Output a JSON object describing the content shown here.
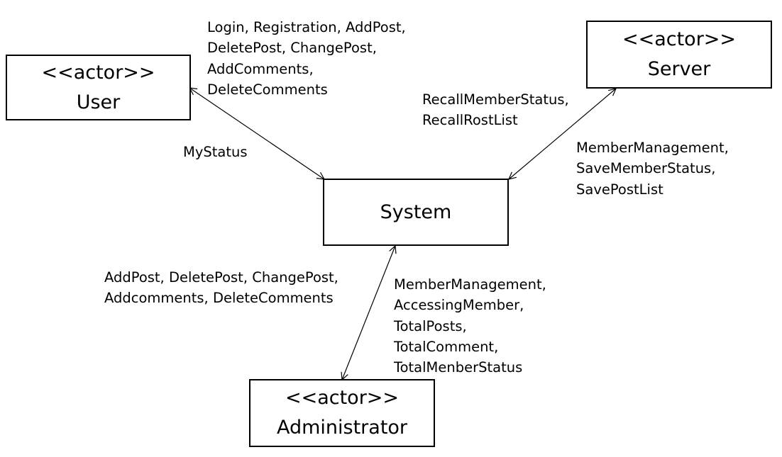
{
  "actors": {
    "user": {
      "stereotype": "<<actor>>",
      "name": "User"
    },
    "server": {
      "stereotype": "<<actor>>",
      "name": "Server"
    },
    "administrator": {
      "stereotype": "<<actor>>",
      "name": "Administrator"
    }
  },
  "system": {
    "name": "System"
  },
  "flows": {
    "user_to_system": [
      "Login, Registration, AddPost,",
      "DeletePost, ChangePost,",
      "AddComments,",
      "DeleteComments"
    ],
    "system_to_user": [
      "MyStatus"
    ],
    "system_to_server": [
      "RecallMemberStatus,",
      "RecallRostList"
    ],
    "server_to_system": [
      "MemberManagement,",
      "SaveMemberStatus,",
      "SavePostList"
    ],
    "admin_to_system": [
      "AddPost, DeletePost, ChangePost,",
      "Addcomments, DeleteComments"
    ],
    "system_to_admin": [
      "MemberManagement,",
      "AccessingMember,",
      "TotalPosts,",
      "TotalComment,",
      "TotalMenberStatus"
    ]
  }
}
